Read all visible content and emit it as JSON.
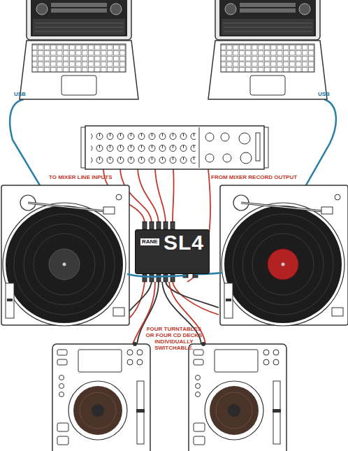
{
  "diagram": {
    "nodes": [
      {
        "text": [
          "RANE",
          "SL4"
        ]
      }
    ],
    "labels": [
      "USB",
      "USB",
      "TO MIXER LINE INPUTS",
      "FROM MIXER RECORD OUTPUT",
      "FOUR TURNTABLES OR FOUR CD DECKS INDIVIDUALLY SWITCHABLE."
    ]
  }
}
